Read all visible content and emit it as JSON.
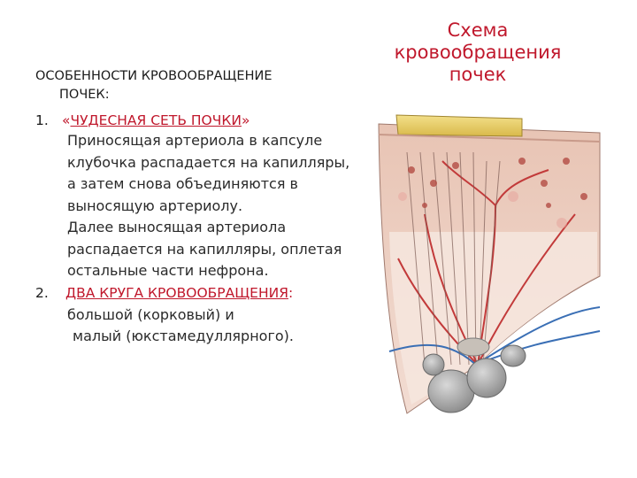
{
  "heading": {
    "line1": "ОСОБЕННОСТИ КРОВООБРАЩЕНИЕ",
    "line2": "ПОЧЕК:"
  },
  "item1": {
    "number": "1.",
    "quote_open": "«",
    "title": "ЧУДЕСНАЯ СЕТЬ ПОЧКИ",
    "quote_close": "»",
    "paragraph1": "Приносящая артериола в капсуле клубочка распадается на капилляры, а затем снова объединяются в выносящую артериолу.",
    "paragraph2": "Далее выносящая артериола распадается на капилляры, оплетая остальные части нефрона."
  },
  "item2": {
    "number": "2.",
    "title": "ДВА КРУГА КРОВООБРАЩЕНИЯ",
    "colon": ":",
    "sub1": "большой (корковый) и",
    "sub2": "малый (юкстамедуллярного)."
  },
  "scheme_title": {
    "line1": "Схема",
    "line2": "кровообращения",
    "line3": "почек"
  },
  "colors": {
    "accent_red": "#c0182c",
    "text": "#2a2a2a"
  }
}
